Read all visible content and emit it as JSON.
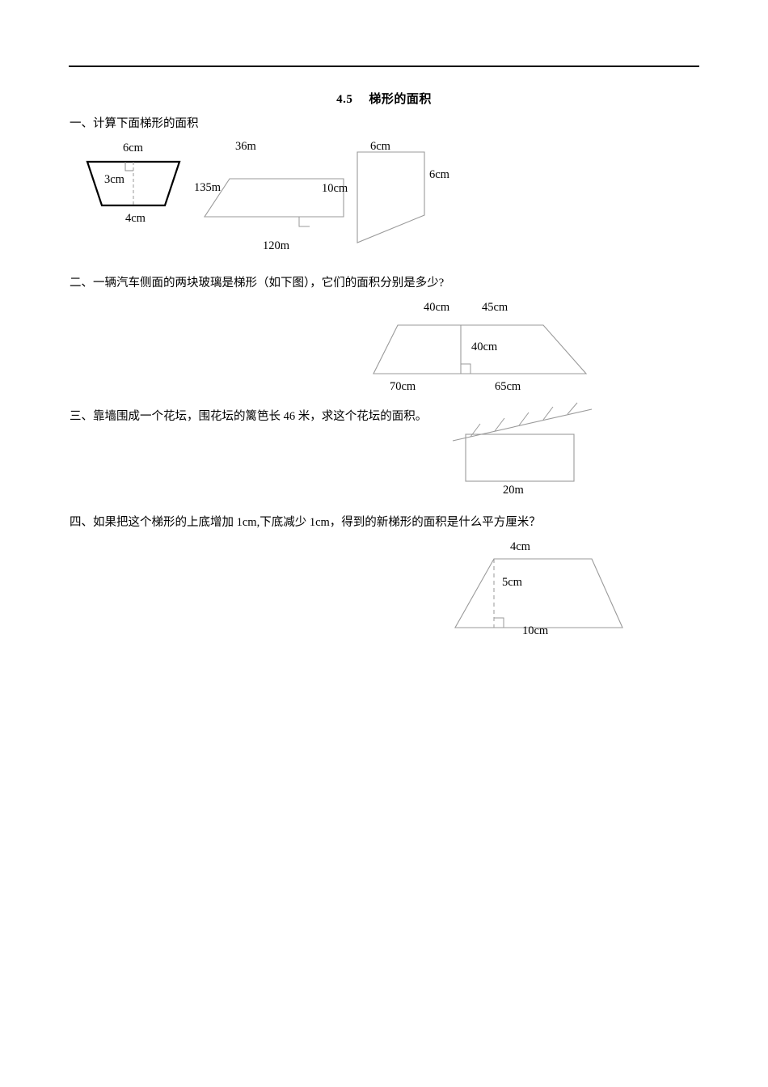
{
  "document": {
    "title_number": "4.5",
    "title_text": "梯形的面积"
  },
  "questions": [
    {
      "id": "q1",
      "text": "一、计算下面梯形的面积",
      "figures": [
        {
          "name": "trapezoid-1",
          "labels": {
            "top": "6cm",
            "height": "3cm",
            "bottom": "4cm"
          }
        },
        {
          "name": "trapezoid-2",
          "labels": {
            "top": "36m",
            "left": "135m",
            "right": "10cm",
            "bottom": "120m"
          }
        },
        {
          "name": "trapezoid-3",
          "labels": {
            "top": "6cm",
            "right": "6cm"
          }
        }
      ]
    },
    {
      "id": "q2",
      "text": "二、一辆汽车侧面的两块玻璃是梯形（如下图），它们的面积分别是多少?",
      "figures": [
        {
          "name": "car-window-trapezoid",
          "labels": {
            "top_left": "40cm",
            "top_right": "45cm",
            "height": "40cm",
            "bottom_left": "70cm",
            "bottom_right": "65cm"
          }
        }
      ]
    },
    {
      "id": "q3",
      "text": "三、靠墙围成一个花坛，围花坛的篱笆长 46 米，求这个花坛的面积。",
      "figures": [
        {
          "name": "flowerbed-rectangle",
          "labels": {
            "bottom": "20m"
          }
        }
      ]
    },
    {
      "id": "q4",
      "text": "四、如果把这个梯形的上底增加 1cm,下底减少 1cm，得到的新梯形的面积是什么平方厘米？",
      "figures": [
        {
          "name": "trapezoid-4",
          "labels": {
            "top": "4cm",
            "height": "5cm",
            "bottom": "10cm"
          }
        }
      ]
    }
  ],
  "colors": {
    "ink": "#000000",
    "thin_line": "#808080",
    "paper": "#ffffff"
  }
}
